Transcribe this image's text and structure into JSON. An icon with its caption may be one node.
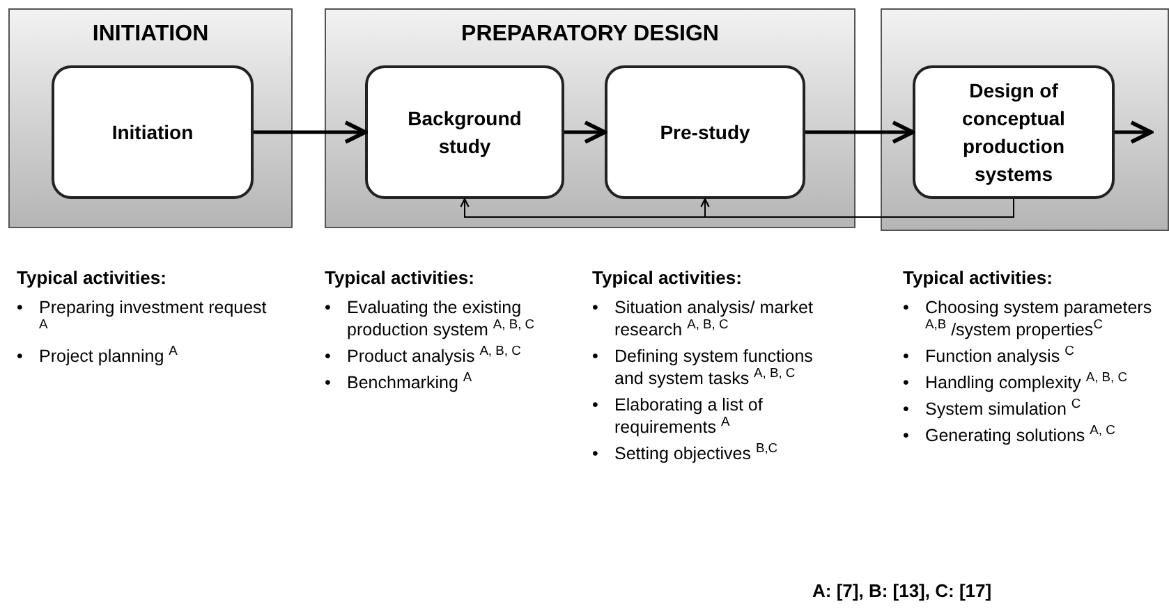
{
  "diagram": {
    "nodes": [
      {
        "text": [
          "INITIATION"
        ]
      },
      {
        "text": [
          "Initiation"
        ],
        "in": 0
      },
      {
        "text": [
          "PREPARATORY DESIGN"
        ]
      },
      {
        "text": [
          "Background study"
        ],
        "in": 2
      },
      {
        "text": [
          "Pre-study"
        ],
        "in": 2
      },
      {
        "text": [],
        "shape": "box"
      },
      {
        "text": [
          "Design of conceptual production systems"
        ],
        "in": 5
      }
    ],
    "edges": [
      {
        "from": 1,
        "to": 3,
        "arrow": "to"
      },
      {
        "from": 3,
        "to": 4,
        "arrow": "to"
      },
      {
        "from": 4,
        "to": 6,
        "arrow": "to"
      },
      {
        "from": 6,
        "to": null,
        "arrow": "to"
      },
      {
        "from": 6,
        "to": 3,
        "arrow": "to"
      },
      {
        "from": 6,
        "to": 4,
        "arrow": "to"
      }
    ],
    "labels": [
      "Typical activities:",
      "•",
      "Preparing investment request $^{A}$",
      "•",
      "Project planning $^{A}$",
      "Typical activities:",
      "•",
      "Evaluating the existing production system $^{A, B, C}$",
      "•",
      "Product analysis $^{A, B, C}$",
      "•",
      "Benchmarking $^{A}$",
      "Typical activities:",
      "•",
      "Situation analysis/ market research $^{A, B, C}$",
      "•",
      "Defining system functions and system tasks $^{A, B, C}$",
      "•",
      "Elaborating a list of requirements $^{A}$",
      "•",
      "Setting objectives $^{B,C}$",
      "Typical activities:",
      "•",
      "Choosing system parameters $^{A,B}$ /system properties$^{C}$",
      "•",
      "Function analysis $^{C}$",
      "•",
      "Handling complexity $^{A, B, C}$",
      "•",
      "System simulation $^{C}$",
      "•",
      "Generating solutions $^{A, C}$",
      "A: [7], B: [13], C: [17]"
    ]
  }
}
